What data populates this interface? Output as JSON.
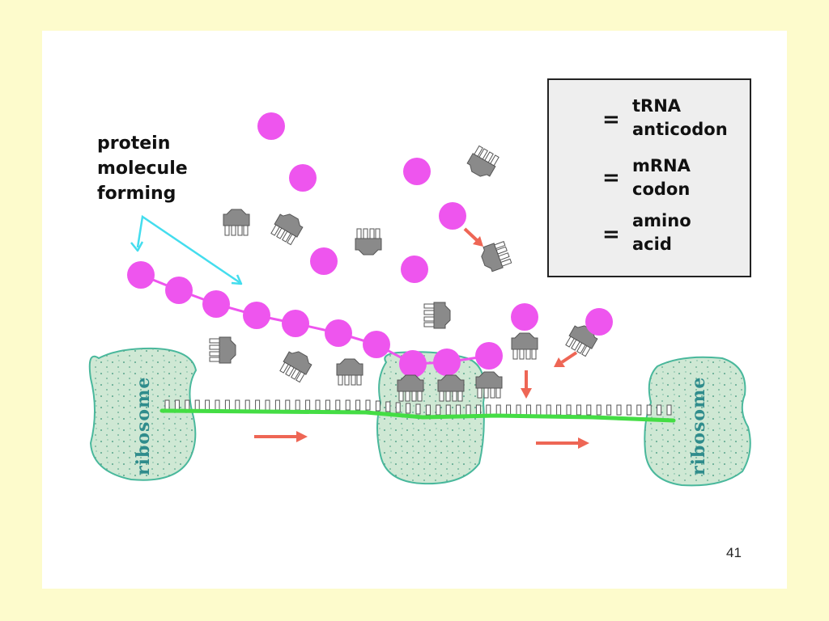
{
  "caption": {
    "line1": "protein",
    "line2": "molecule",
    "line3": "forming"
  },
  "legend": {
    "trna_line1": "tRNA",
    "trna_line2": "anticodon",
    "mrna_line1": "mRNA",
    "mrna_line2": "codon",
    "amino_line1": "amino",
    "amino_line2": "acid",
    "equals": "="
  },
  "ribosome_label": "ribosome",
  "page_number": "41",
  "colors": {
    "background": "#fdfbcc",
    "amino_acid": "#ee55ee",
    "trna": "#8a8a8a",
    "mrna": "#44dd44",
    "ribosome": "#cfe8d4",
    "ribosome_outline": "#49b89c",
    "arrow_red": "#ee6655",
    "arrow_cyan": "#44ddee"
  },
  "icons": [
    "trna-icon",
    "mrna-codon-icon",
    "amino-acid-icon",
    "arrow-icon"
  ]
}
